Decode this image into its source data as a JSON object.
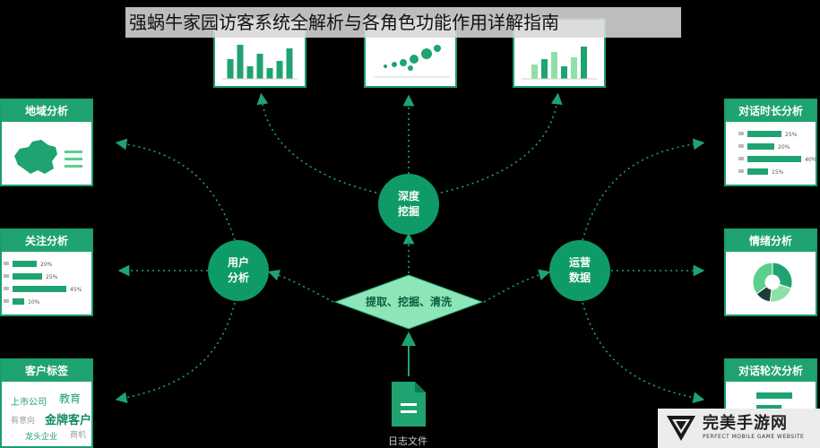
{
  "title": "强蜗牛家园访客系统全解析与各角色功能作用详解指南",
  "hubs": {
    "user": [
      "用户",
      "分析"
    ],
    "mining": [
      "深度",
      "挖掘"
    ],
    "ops": [
      "运营",
      "数据"
    ]
  },
  "process": {
    "label": "提取、挖掘、清洗"
  },
  "source": {
    "label": "日志文件"
  },
  "panels": {
    "region": {
      "title": "地域分析"
    },
    "follow": {
      "title": "关注分析",
      "bars": [
        {
          "value": 20,
          "label": "20%"
        },
        {
          "value": 25,
          "label": "25%"
        },
        {
          "value": 45,
          "label": "45%"
        },
        {
          "value": 10,
          "label": "10%"
        }
      ]
    },
    "customer": {
      "title": "客户标签",
      "tags": [
        "上市公司",
        "教育",
        "有意向",
        "金牌客户",
        "龙头企业",
        "商机"
      ]
    },
    "duration": {
      "title": "对话时长分析",
      "bars": [
        {
          "value": 25,
          "label": "25%"
        },
        {
          "value": 20,
          "label": "20%"
        },
        {
          "value": 40,
          "label": "40%"
        },
        {
          "value": 15,
          "label": "15%"
        }
      ]
    },
    "emotion": {
      "title": "情绪分析",
      "slices": [
        {
          "value": 30,
          "color": "#1fa371"
        },
        {
          "value": 22,
          "color": "#8fe0a8"
        },
        {
          "value": 13,
          "color": "#1f3b3a"
        },
        {
          "value": 35,
          "color": "#5ccf8e"
        }
      ]
    },
    "rounds": {
      "title": "对话轮次分析"
    }
  },
  "top_charts": {
    "left_bars": [
      0.55,
      0.95,
      0.35,
      0.7,
      0.3,
      0.5,
      0.85
    ],
    "right_bars": [
      0.4,
      0.55,
      0.75,
      0.35,
      0.6,
      0.9
    ]
  },
  "watermark": {
    "main": "完美手游网",
    "sub": "PERFECT MOBILE GAME WEBSITE"
  }
}
